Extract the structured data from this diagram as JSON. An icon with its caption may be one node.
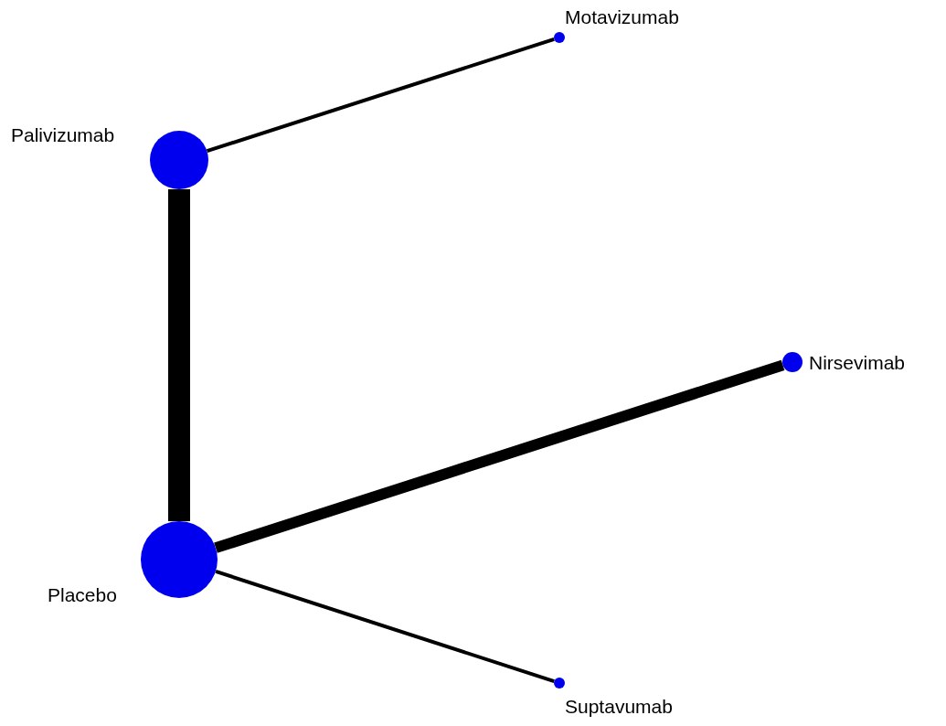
{
  "diagram": {
    "nodes": [
      {
        "text": [
          "Motavizumab"
        ]
      },
      {
        "text": [
          "Palivizumab"
        ]
      },
      {
        "text": [
          "Nirsevimab"
        ]
      },
      {
        "text": [
          "Placebo"
        ]
      },
      {
        "text": [
          "Suptavumab"
        ]
      }
    ],
    "edges": [
      {
        "from": 1,
        "to": 0,
        "arrow": "none"
      },
      {
        "from": 1,
        "to": 3,
        "arrow": "none",
        "style": "thick"
      },
      {
        "from": 3,
        "to": 2,
        "arrow": "none",
        "style": "thick"
      },
      {
        "from": 3,
        "to": 4,
        "arrow": "none"
      }
    ]
  }
}
